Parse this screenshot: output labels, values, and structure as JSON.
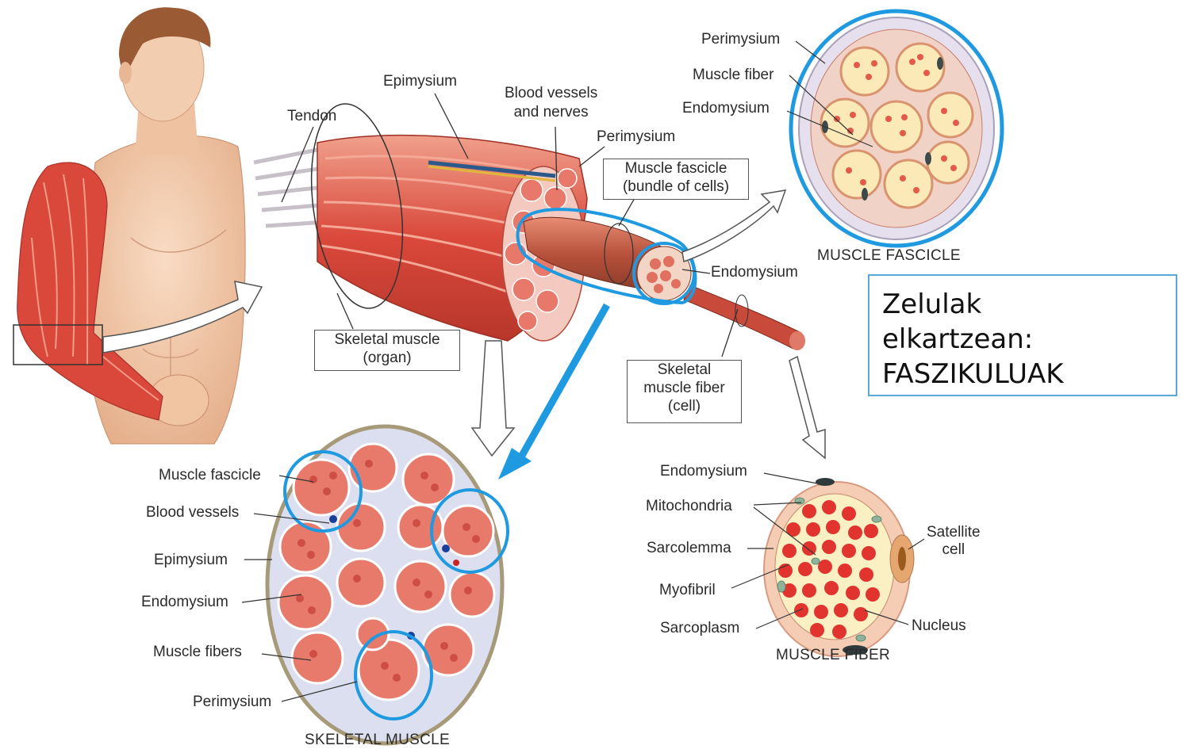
{
  "colors": {
    "muscle": "#d9483b",
    "muscle_light": "#ee8a78",
    "skin": "#f3c9a8",
    "fiber_interior": "#fbeec0",
    "connective": "#e9e3ee",
    "highlight": "#1f9ae0"
  },
  "labels": {
    "epimysium_top": "Epimysium",
    "blood_vessels_nerves": "Blood vessels\nand nerves",
    "tendon": "Tendon",
    "perimysium_mid": "Perimysium",
    "endomysium_mid": "Endomysium"
  },
  "boxes": {
    "muscle_fascicle_l1": "Muscle fascicle",
    "muscle_fascicle_l2": "(bundle of cells)",
    "skeletal_muscle_l1": "Skeletal muscle",
    "skeletal_muscle_l2": "(organ)",
    "skeletal_fiber_l1": "Skeletal",
    "skeletal_fiber_l2": "muscle fiber",
    "skeletal_fiber_l3": "(cell)"
  },
  "fascicle_inset": {
    "perimysium": "Perimysium",
    "muscle_fiber": "Muscle fiber",
    "endomysium": "Endomysium",
    "caption": "MUSCLE FASCICLE"
  },
  "cross_section": {
    "muscle_fascicle": "Muscle fascicle",
    "blood_vessels": "Blood vessels",
    "epimysium": "Epimysium",
    "endomysium": "Endomysium",
    "muscle_fibers": "Muscle fibers",
    "perimysium": "Perimysium",
    "caption": "SKELETAL MUSCLE"
  },
  "fiber_detail": {
    "endomysium": "Endomysium",
    "mitochondria": "Mitochondria",
    "sarcolemma": "Sarcolemma",
    "myofibril": "Myofibril",
    "sarcoplasm": "Sarcoplasm",
    "satellite_l1": "Satellite",
    "satellite_l2": "cell",
    "nucleus": "Nucleus",
    "caption": "MUSCLE FIBER"
  },
  "info_box": {
    "line1": "Zelulak",
    "line2": "elkartzean:",
    "line3": "FASZIKULUAK"
  }
}
